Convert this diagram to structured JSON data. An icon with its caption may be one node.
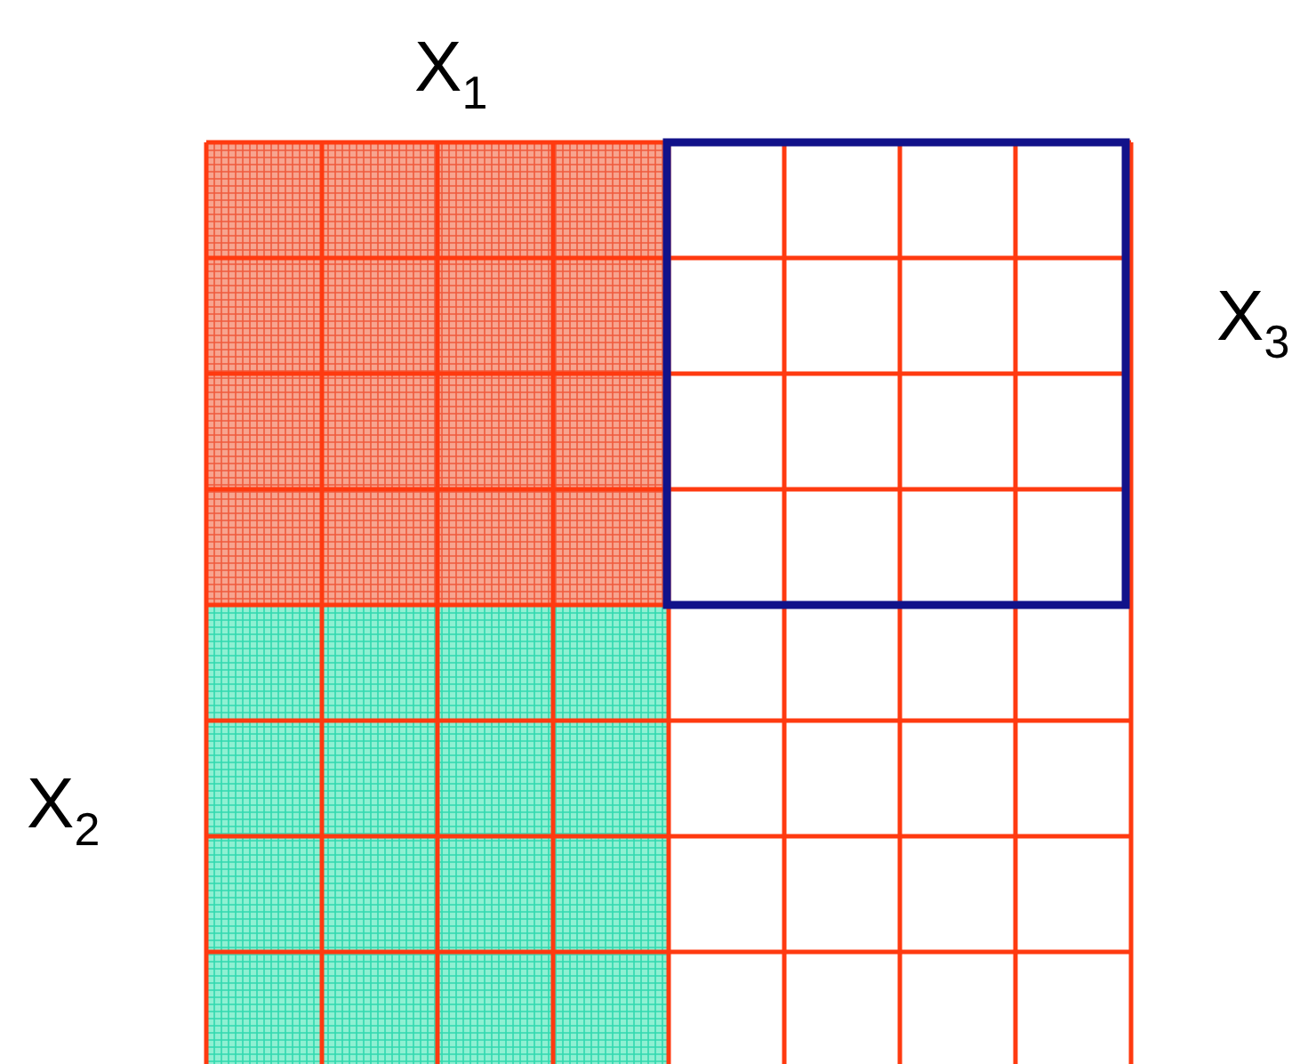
{
  "diagram": {
    "labels": [
      "X$_{1}$",
      "X$_{3}$",
      "X$_{2}$"
    ]
  }
}
